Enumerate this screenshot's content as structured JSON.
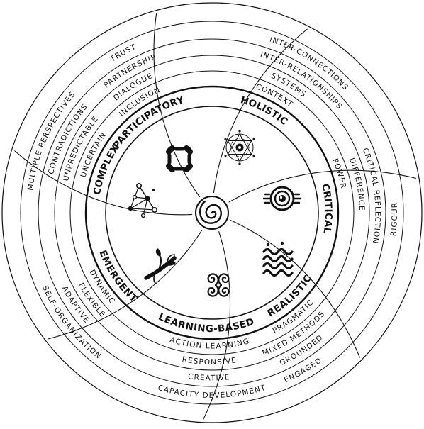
{
  "principles": [
    {
      "key": "participatory",
      "label": "PARTICIPATORY",
      "icon": "participants-circle-icon",
      "terms": [
        "INCLUSION",
        "DIALOGUE",
        "PARTNERSHIP",
        "TRUST"
      ]
    },
    {
      "key": "holistic",
      "label": "HOLISTIC",
      "icon": "web-mandala-icon",
      "terms": [
        "CONTEXT",
        "SYSTEMS",
        "INTER-RELATIONSHIPS",
        "INTER-CONNECTIONS"
      ]
    },
    {
      "key": "critical",
      "label": "CRITICAL",
      "icon": "eye-icon",
      "terms": [
        "POWER",
        "DIFFERENCE",
        "CRITICAL REFLECTION",
        "RIGOUR"
      ]
    },
    {
      "key": "realistic",
      "label": "REALISTIC",
      "icon": "waves-icon",
      "terms": [
        "PRAGMATIC",
        "MIXED METHODS",
        "GROUNDED",
        "ENGAGED"
      ]
    },
    {
      "key": "learning-based",
      "label": "LEARNING-BASED",
      "icon": "double-spiral-icon",
      "terms": [
        "ACTION LEARNING",
        "RESPONSIVE",
        "CREATIVE",
        "CAPACITY DEVELOPMENT"
      ]
    },
    {
      "key": "emergent",
      "label": "EMERGENT",
      "icon": "sprouting-branch-icon",
      "terms": [
        "DYNAMIC",
        "FLEXIBLE",
        "ADAPTIVE",
        "SELF-ORGANIZATION"
      ]
    },
    {
      "key": "complex",
      "label": "COMPLEX",
      "icon": "network-nodes-icon",
      "terms": [
        "UNCERTAIN",
        "UNPREDICTABLE",
        "CONTRADICTIONS",
        "MULTIPLE PERSPECTIVES"
      ]
    }
  ],
  "center_icon": "spiral-icon",
  "colors": {
    "line": "#111111",
    "background": "#ffffff"
  }
}
